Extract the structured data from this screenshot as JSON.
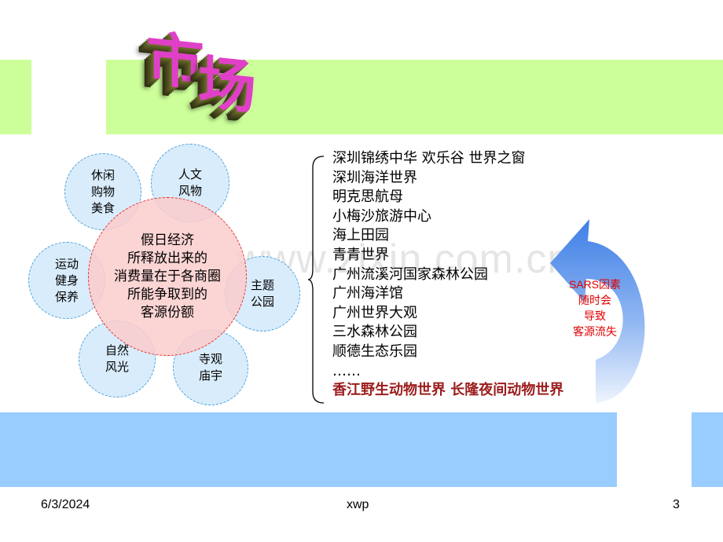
{
  "title": [
    "市",
    "场"
  ],
  "watermark": "www.zixin.com.cn",
  "center": "假日经济\n所释放出来的\n消费量在于各商圈\n所能争取到的\n客源份额",
  "bubbles": {
    "leisure": "休闲\n购物\n美食",
    "culture": "人文\n风物",
    "sport": "运动\n健身\n保养",
    "theme": "主题\n公园",
    "nature": "自然\n风光",
    "temple": "寺观\n庙宇"
  },
  "venues": [
    "深圳锦绣中华 欢乐谷 世界之窗",
    "深圳海洋世界",
    "明克思航母",
    "小梅沙旅游中心",
    "海上田园",
    "青青世界",
    "广州流溪河国家森林公园",
    "广州海洋馆",
    "广州世界大观",
    "三水森林公园",
    "顺德生态乐园",
    "……"
  ],
  "highlight_venue": "香江野生动物世界 长隆夜间动物世界",
  "sars_note": "SARS因素\n随时会\n导致\n客源流失",
  "footer": {
    "date": "6/3/2024",
    "author": "xwp",
    "page": "3"
  },
  "colors": {
    "green_band": "#ccff99",
    "blue_band": "#99ccff",
    "title_pink": "#e040c8",
    "center_fill": "#facdcd",
    "bubble_fill": "#d9ecfb",
    "highlight_text": "#9b1c1c",
    "sars_red": "#e00000"
  }
}
